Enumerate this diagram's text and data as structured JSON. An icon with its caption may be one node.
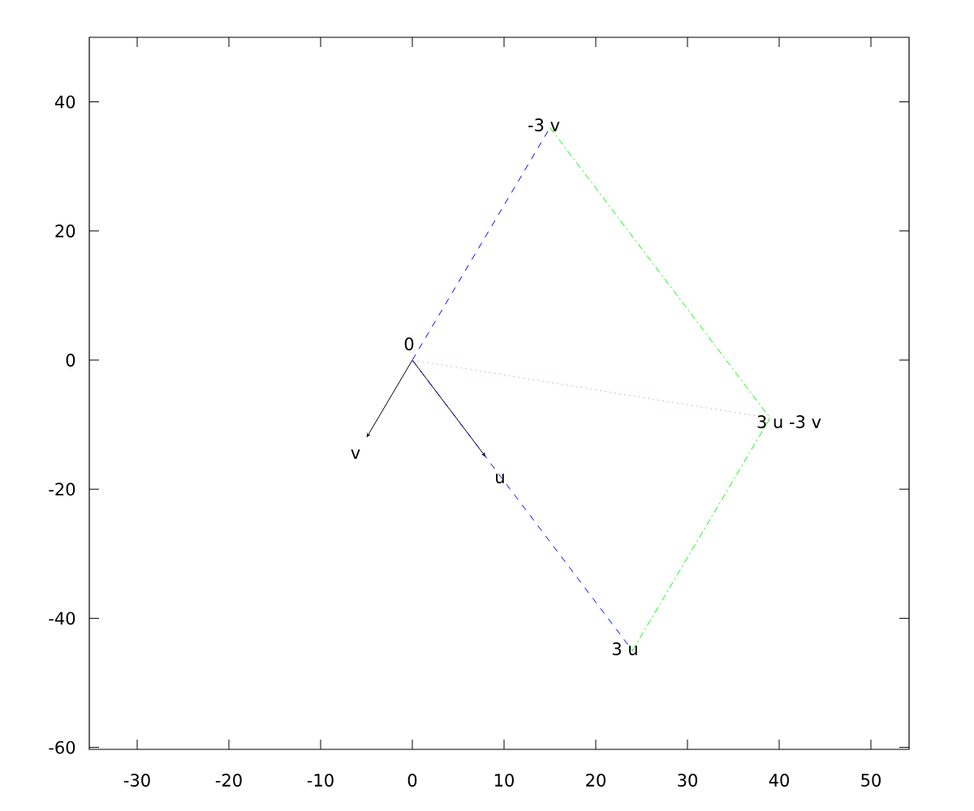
{
  "diagram": {
    "nodes": [
      {
        "text": [
          "0"
        ]
      },
      {
        "text": [
          "u"
        ]
      },
      {
        "text": [
          "v"
        ]
      },
      {
        "text": [
          "3 u"
        ]
      },
      {
        "text": [
          "-3 v"
        ]
      },
      {
        "text": [
          "3 u -3 v"
        ]
      }
    ],
    "edges": [
      {
        "from": 0,
        "to": 1,
        "arrow": "to"
      },
      {
        "from": 0,
        "to": 2,
        "arrow": "to"
      },
      {
        "from": 0,
        "to": 3,
        "arrow": "none",
        "style": "dashed",
        "color": "#0000ff"
      },
      {
        "from": 0,
        "to": 4,
        "arrow": "none",
        "style": "dashed",
        "color": "#0000ff"
      },
      {
        "from": 3,
        "to": 5,
        "arrow": "none",
        "style": "dashed",
        "color": "#00ff00"
      },
      {
        "from": 4,
        "to": 5,
        "arrow": "none",
        "style": "dashed",
        "color": "#00ff00"
      },
      {
        "from": 0,
        "to": 5,
        "arrow": "none",
        "style": "dashed",
        "color": "#ffaaaa"
      }
    ],
    "labels": [
      "40",
      "20",
      "0",
      "-20",
      "-40",
      "-60",
      "-30",
      "-20",
      "-10",
      "0",
      "10",
      "20",
      "30",
      "40",
      "50"
    ]
  }
}
